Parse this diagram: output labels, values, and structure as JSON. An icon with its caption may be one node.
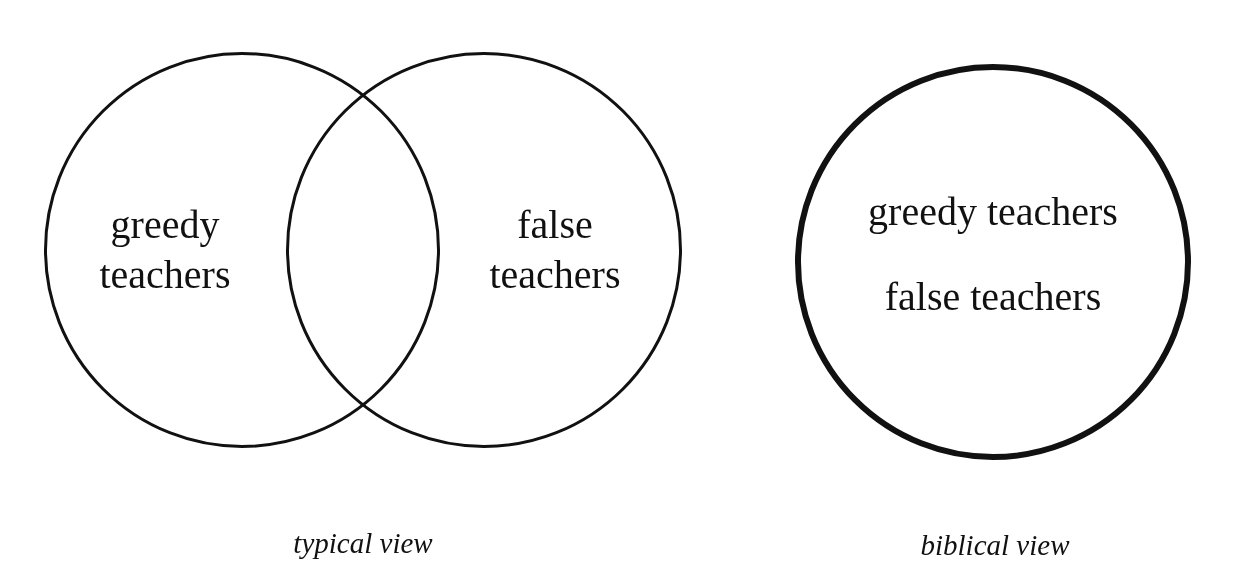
{
  "diagram": {
    "nodes": [
      {
        "text": [
          "greedy teachers"
        ]
      },
      {
        "text": [
          "false teachers"
        ]
      },
      {
        "text": [
          "greedy teachers",
          "false teachers"
        ]
      }
    ],
    "labels": [
      "typical view",
      "biblical view"
    ]
  }
}
